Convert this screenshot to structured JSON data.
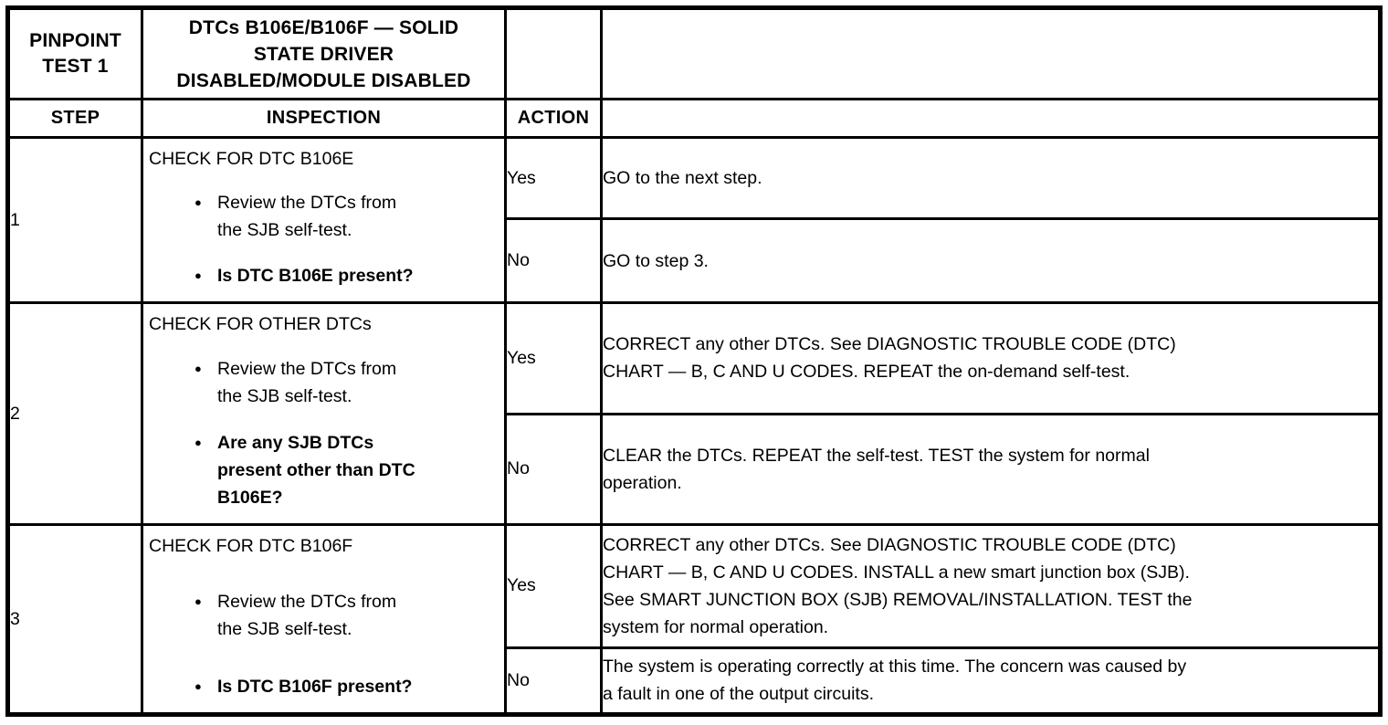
{
  "glyphs": {
    "bullet": "●"
  },
  "pinpoint_test": {
    "label": "PINPOINT\nTEST 1",
    "title": "DTCs B106E/B106F — SOLID\nSTATE DRIVER\nDISABLED/MODULE DISABLED"
  },
  "columns": {
    "step": "STEP",
    "inspection": "INSPECTION",
    "action": "ACTION"
  },
  "steps": [
    {
      "number": "1",
      "heading": "CHECK FOR DTC B106E",
      "bullet_1": "Review the DTCs from\nthe SJB self-test.",
      "bullet_2": "Is DTC B106E present?",
      "yes_label": "Yes",
      "yes_action": "GO to the next step.",
      "no_label": "No",
      "no_action": "GO to step 3."
    },
    {
      "number": "2",
      "heading": "CHECK FOR OTHER DTCs",
      "bullet_1": "Review the DTCs from\nthe SJB self-test.",
      "bullet_2": "Are any SJB DTCs\npresent other than DTC\nB106E?",
      "yes_label": "Yes",
      "yes_action": "CORRECT any other DTCs. See DIAGNOSTIC TROUBLE CODE (DTC)\nCHART — B, C AND U CODES. REPEAT the on-demand self-test.",
      "no_label": "No",
      "no_action": "CLEAR the DTCs. REPEAT the self-test. TEST the system for normal\noperation."
    },
    {
      "number": "3",
      "heading": "CHECK FOR DTC B106F",
      "bullet_1": "Review the DTCs from\nthe SJB self-test.",
      "bullet_2": "Is DTC B106F present?",
      "yes_label": "Yes",
      "yes_action": "CORRECT any other DTCs. See DIAGNOSTIC TROUBLE CODE (DTC)\nCHART — B, C AND U CODES. INSTALL a new smart junction box (SJB).\nSee SMART JUNCTION BOX (SJB) REMOVAL/INSTALLATION. TEST the\nsystem for normal operation.",
      "no_label": "No",
      "no_action": "The system is operating correctly at this time. The concern was caused by\na fault in one of the output circuits."
    }
  ]
}
